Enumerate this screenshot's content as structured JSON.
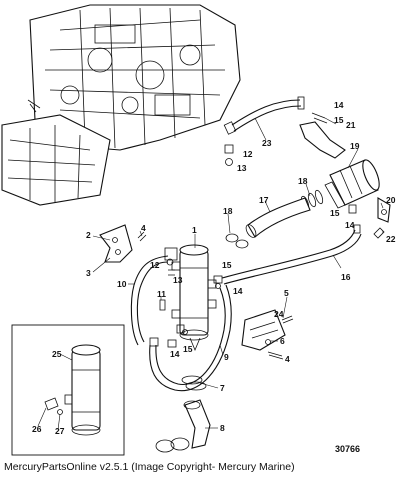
{
  "diagram": {
    "figure_number": "30766",
    "callouts": [
      "1",
      "2",
      "3",
      "4",
      "4",
      "5",
      "6",
      "7",
      "8",
      "9",
      "10",
      "11",
      "12",
      "12",
      "13",
      "13",
      "14",
      "14",
      "14",
      "14",
      "15",
      "15",
      "15",
      "16",
      "17",
      "18",
      "18",
      "19",
      "20",
      "21",
      "22",
      "23",
      "24",
      "25",
      "26",
      "27"
    ]
  },
  "footer": {
    "text": "MercuryPartsOnline v2.5.1 (Image Copyright- Mercury Marine)"
  }
}
